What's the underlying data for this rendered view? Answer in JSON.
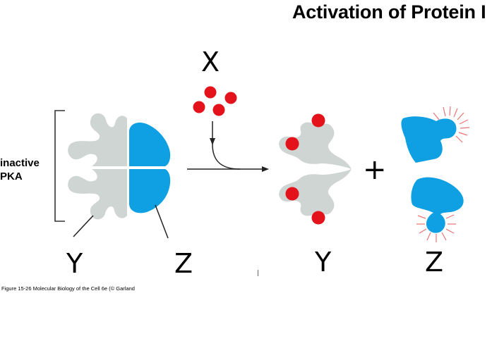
{
  "title": "Activation of Protein I",
  "labels": {
    "x": "X",
    "y_left": "Y",
    "z_left": "Z",
    "y_right": "Y",
    "z_right": "Z",
    "inactive_pka": "inactive\nPKA",
    "plus": "+"
  },
  "caption": "Figure 15-26  Molecular Biology of the Cell 6e (© Garland",
  "colors": {
    "regulatory_blue": "#0ea0e3",
    "catalytic_gray": "#cfd5d2",
    "camp_red": "#e3121b",
    "glow": "#e87575",
    "line": "#222222"
  }
}
